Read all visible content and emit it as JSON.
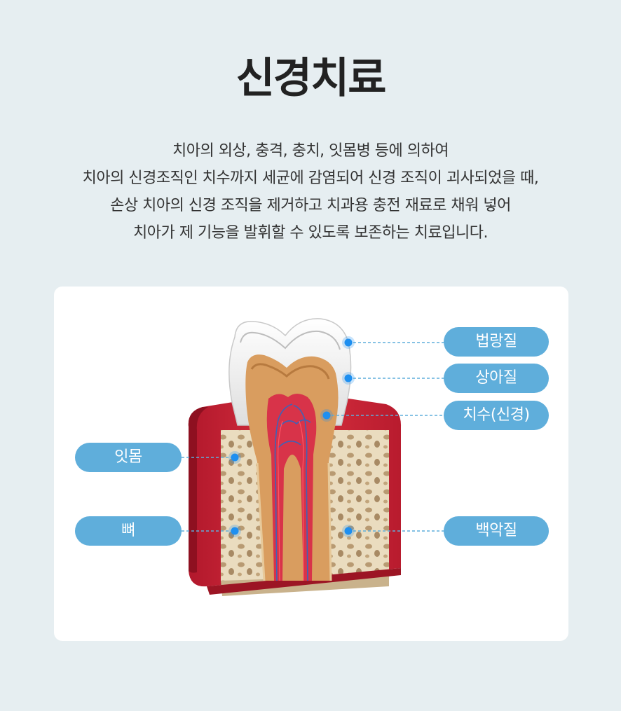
{
  "title": "신경치료",
  "description": [
    "치아의 외상, 충격, 충치, 잇몸병 등에 의하여",
    "치아의 신경조직인 치수까지 세균에 감염되어 신경 조직이 괴사되었을 때,",
    "손상 치아의 신경 조직을 제거하고 치과용 충전 재료로 채워 넣어",
    "치아가 제 기능을 발휘할 수 있도록 보존하는 치료입니다."
  ],
  "labels": {
    "enamel": "법랑질",
    "dentin": "상아질",
    "pulp": "치수(신경)",
    "gum": "잇몸",
    "bone": "뼈",
    "cementum": "백악질"
  },
  "colors": {
    "label_bg": "#5faedb",
    "marker": "#1e8ff0",
    "background": "#e6eef1"
  }
}
